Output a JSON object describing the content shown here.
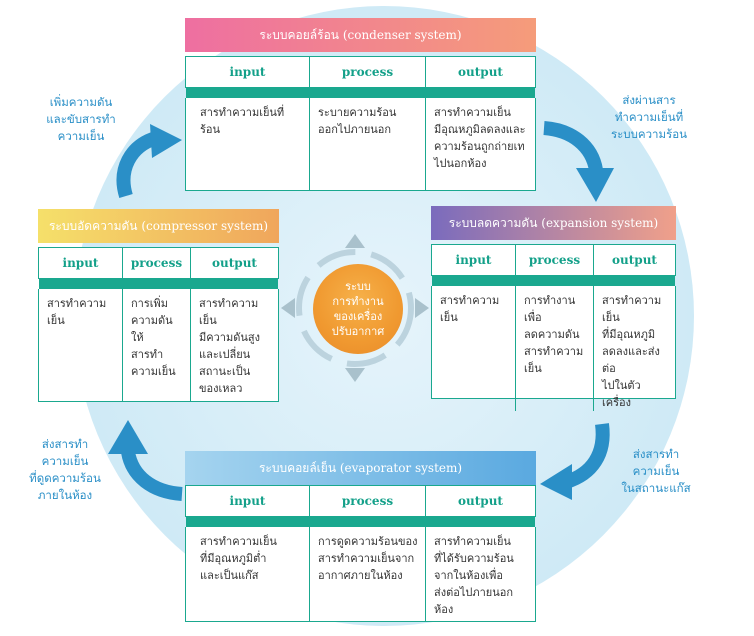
{
  "condenser": {
    "title_th": "ระบบคอยล์ร้อน",
    "title_en": "(condenser system)",
    "headers": [
      "input",
      "process",
      "output"
    ],
    "cells": [
      "สารทำความเย็นที่ร้อน",
      "ระบายความร้อน\nออกไปภายนอก",
      "สารทำความเย็น\nมีอุณหภูมิลดลงและ\nความร้อนถูกถ่ายเท\nไปนอกห้อง"
    ]
  },
  "compressor": {
    "title_th": "ระบบอัดความดัน",
    "title_en": "(compressor system)",
    "headers": [
      "input",
      "process",
      "output"
    ],
    "cells": [
      "สารทำความเย็น",
      "การเพิ่ม\nความดันให้\nสารทำ\nความเย็น",
      "สารทำความเย็น\nมีความดันสูง\nและเปลี่ยน\nสถานะเป็น\nของเหลว"
    ]
  },
  "expansion": {
    "title_th": "ระบบลดความดัน",
    "title_en": "(expansion system)",
    "headers": [
      "input",
      "process",
      "output"
    ],
    "cells": [
      "สารทำความเย็น",
      "การทำงานเพื่อ\nลดความดัน\nสารทำความ\nเย็น",
      "สารทำความเย็น\nที่มีอุณหภูมิ\nลดลงและส่งต่อ\nไปในตัวเครื่อง"
    ]
  },
  "evaporator": {
    "title_th": "ระบบคอยล์เย็น",
    "title_en": "(evaporator system)",
    "headers": [
      "input",
      "process",
      "output"
    ],
    "cells": [
      "สารทำความเย็น\nที่มีอุณหภูมิต่ำ\nและเป็นแก๊ส",
      "การดูดความร้อนของ\nสารทำความเย็นจาก\nอากาศภายในห้อง",
      "สารทำความเย็น\nที่ได้รับความร้อน\nจากในห้องเพื่อ\nส่งต่อไปภายนอกห้อง"
    ]
  },
  "center": "ระบบ\nการทำงาน\nของเครื่อง\nปรับอากาศ",
  "labels": {
    "top_left": "เพิ่มความดัน\nและขับสารทำ\nความเย็น",
    "top_right": "ส่งผ่านสาร\nทำความเย็นที่\nระบบความร้อน",
    "bottom_right": "ส่งสารทำ\nความเย็น\nในสถานะแก๊ส",
    "bottom_left": "ส่งสารทำ\nความเย็น\nที่ดูดความร้อน\nภายในห้อง"
  },
  "colors": {
    "condenser_header": "#ee6fa1",
    "compressor_header": "#f2c14e",
    "expansion_header": "#7d6fbf",
    "evaporator_header": "#6fb3e6",
    "teal": "#1aa88f",
    "arrow": "#2a8fc7",
    "center": "#f09930"
  }
}
